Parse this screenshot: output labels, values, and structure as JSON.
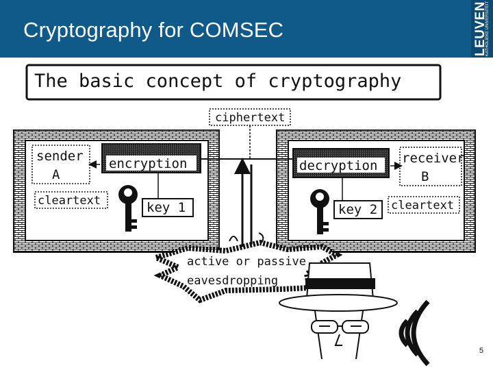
{
  "header": {
    "title": "Cryptography for COMSEC"
  },
  "logo": {
    "main": "LEUVEN",
    "sub": "KATHOLIEKE UNIVERSITEIT"
  },
  "diagram": {
    "title": "The basic concept of cryptography",
    "ciphertext": "ciphertext",
    "sender": {
      "line1": "sender",
      "line2": "A"
    },
    "receiver": {
      "line1": "receiver",
      "line2": "B"
    },
    "encryption": "encryption",
    "decryption": "decryption",
    "cleartext_left": "cleartext",
    "cleartext_right": "cleartext",
    "key1": "key 1",
    "key2": "key 2",
    "eavesdrop_line1": "active or passive",
    "eavesdrop_line2": "eavesdropping"
  },
  "page_number": "5",
  "colors": {
    "header_bg": "#0f5a88",
    "logo_bg": "#0b4a72"
  }
}
